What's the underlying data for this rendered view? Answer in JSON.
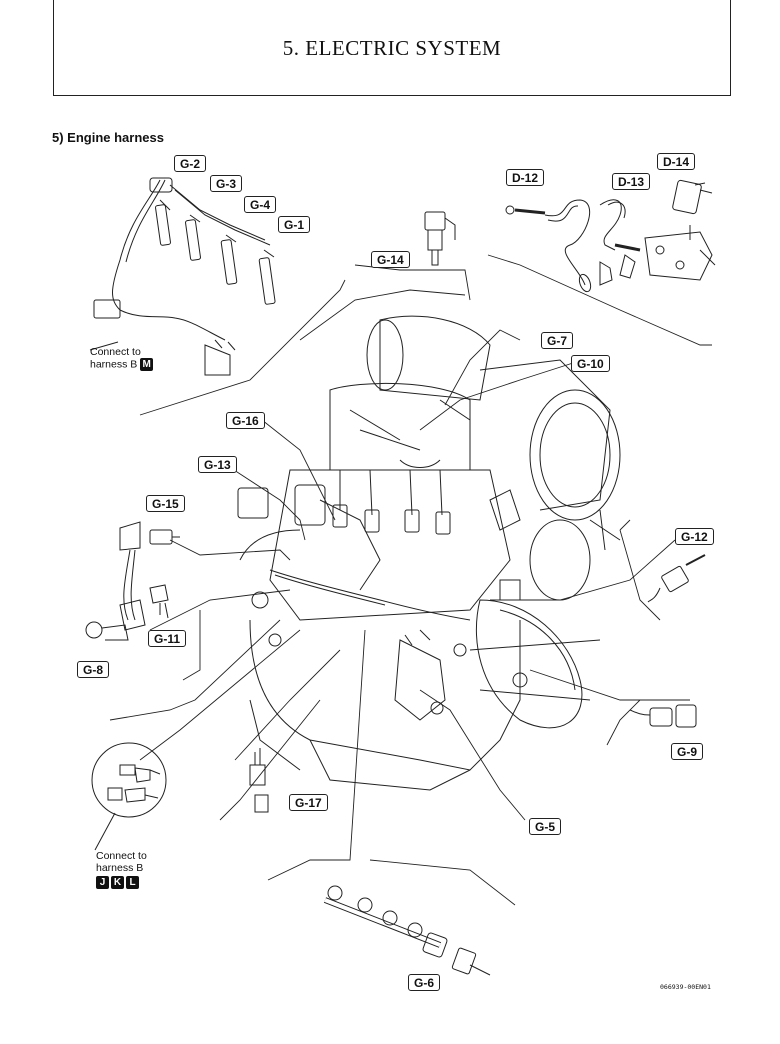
{
  "header": {
    "title": "5. ELECTRIC SYSTEM"
  },
  "section": {
    "title": "5)  Engine harness"
  },
  "callouts": {
    "g2": "G-2",
    "g3": "G-3",
    "g4": "G-4",
    "g1": "G-1",
    "d12": "D-12",
    "d13": "D-13",
    "d14": "D-14",
    "g14": "G-14",
    "g7": "G-7",
    "g10": "G-10",
    "g16": "G-16",
    "g13": "G-13",
    "g15": "G-15",
    "g11": "G-11",
    "g8": "G-8",
    "g12": "G-12",
    "g9": "G-9",
    "g5": "G-5",
    "g17": "G-17",
    "g6": "G-6"
  },
  "notes": {
    "connect_m": {
      "line1": "Connect to",
      "line2": "harness B",
      "keys": [
        "M"
      ]
    },
    "connect_jkl": {
      "line1": "Connect to",
      "line2": "harness B",
      "keys": [
        "J",
        "K",
        "L"
      ]
    }
  },
  "footer": {
    "doc_id": "066939-00EN01"
  }
}
